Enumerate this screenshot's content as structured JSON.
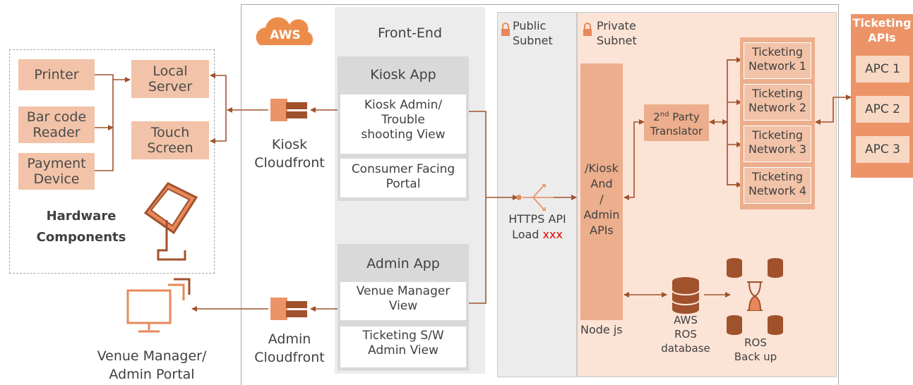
{
  "hardware": {
    "printer": "Printer",
    "barcode": "Bar code\nReader",
    "payment": "Payment\nDevice",
    "local_server": "Local\nServer",
    "touch_screen": "Touch\nScreen",
    "title": "Hardware\nComponents"
  },
  "venue_portal": "Venue Manager/\nAdmin Portal",
  "aws_logo": "AWS",
  "kiosk_cloudfront": "Kiosk\nCloudfront",
  "admin_cloudfront": "Admin\nCloudfront",
  "frontend": {
    "title": "Front-End",
    "kiosk_app": "Kiosk App",
    "kiosk_admin_view": "Kiosk Admin/\nTrouble\nshooting View",
    "consumer_portal": "Consumer Facing\nPortal",
    "admin_app": "Admin App",
    "venue_manager_view": "Venue Manager\nView",
    "ticketing_admin_view": "Ticketing S/W\nAdmin View"
  },
  "public_subnet": "Public\nSubnet",
  "private_subnet": "Private\nSubnet",
  "load_balancer": {
    "line1": "HTTPS API",
    "line2": "Load ",
    "suffix": "xxx"
  },
  "apis": "/Kiosk\nAnd\n/\nAdmin\nAPIs",
  "nodejs": "Node js",
  "translator": {
    "sup": "nd",
    "pre": "2",
    "post": " Party",
    "line2": "Translator"
  },
  "ticketing_networks": [
    "Ticketing\nNetwork 1",
    "Ticketing\nNetwork 2",
    "Ticketing\nNetwork 3",
    "Ticketing\nNetwork 4"
  ],
  "database": "AWS\nROS\ndatabase",
  "backup": "ROS\nBack up",
  "ticketing_apis": {
    "title": "Ticketing\nAPIs",
    "items": [
      "APC 1",
      "APC 2",
      "APC 3"
    ]
  },
  "colors": {
    "accent": "#a0522d",
    "orange": "#e8885a",
    "peach": "#f2c3a8",
    "light_peach": "#fbe3d6"
  }
}
